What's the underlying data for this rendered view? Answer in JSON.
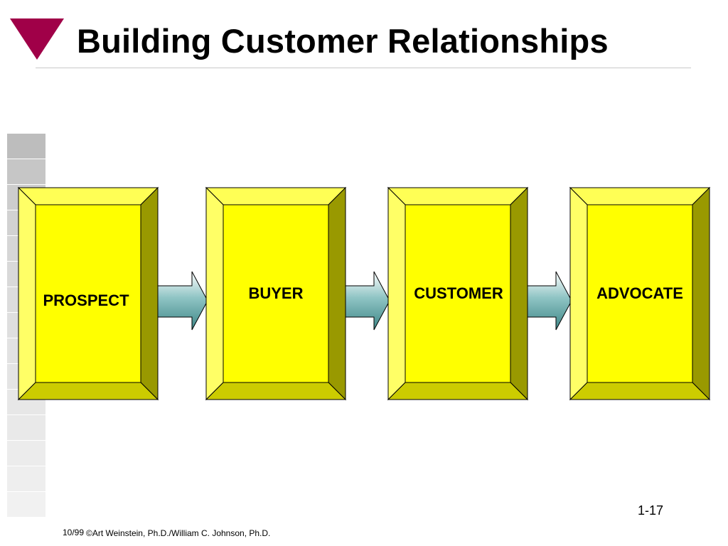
{
  "slide": {
    "title": "Building Customer Relationships",
    "page_number": "1-17",
    "footer_date": "10/99",
    "footer_copyright": "©Art Weinstein, Ph.D./William C. Johnson, Ph.D.",
    "colors": {
      "marker": "#a00048",
      "box_face": "#ffff00",
      "box_dark": "#999900",
      "arrow": "#5f9ea0"
    }
  },
  "diagram": {
    "stages": [
      {
        "label": "PROSPECT"
      },
      {
        "label": "BUYER"
      },
      {
        "label": "CUSTOMER"
      },
      {
        "label": "ADVOCATE"
      }
    ]
  }
}
